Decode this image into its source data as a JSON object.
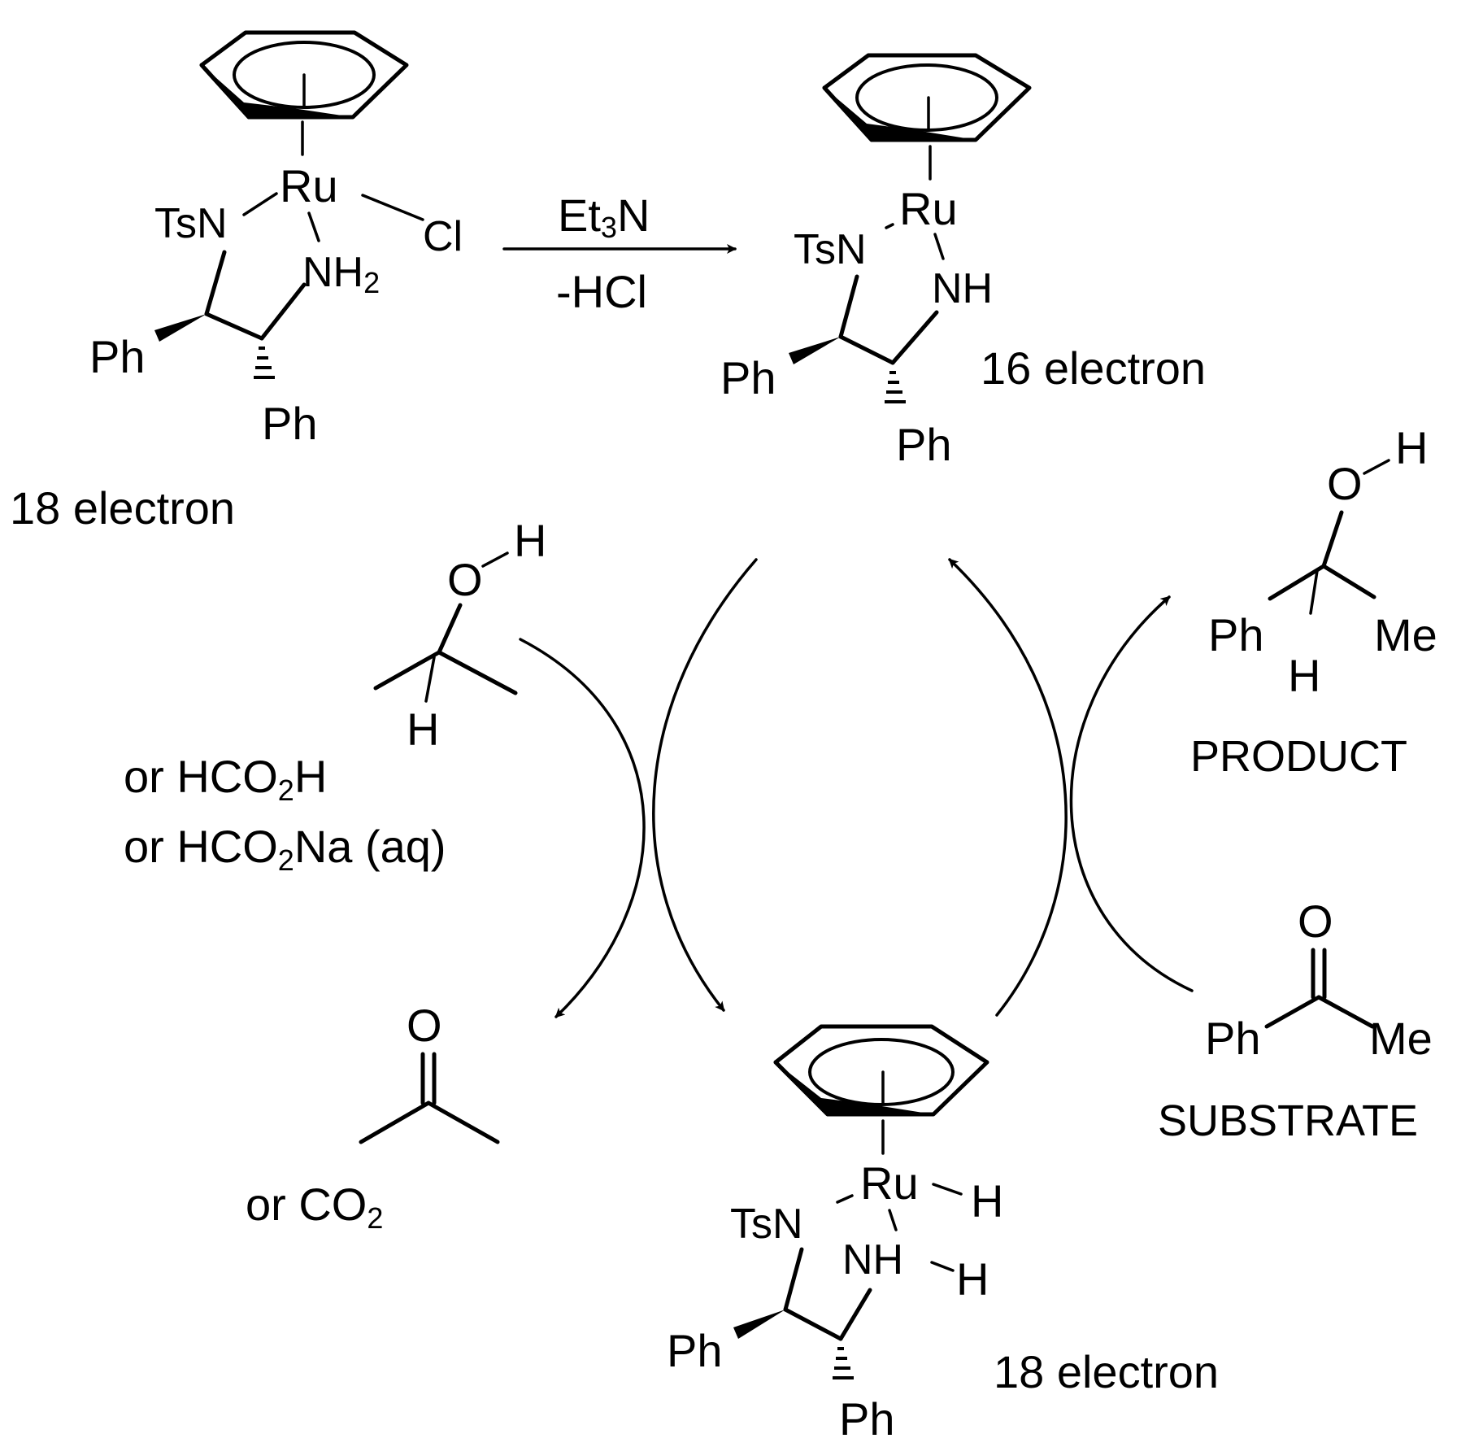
{
  "colors": {
    "ink": "#000000",
    "background": "#ffffff"
  },
  "precatalyst": {
    "metal": "Ru",
    "amido": "TsN",
    "amine": "NH",
    "amine_sub": "2",
    "halide": "Cl",
    "ph1": "Ph",
    "ph2": "Ph",
    "electron_count": "18 electron"
  },
  "activation": {
    "reagent": "Et",
    "reagent_sub": "3",
    "reagent_tail": "N",
    "byproduct": "-HCl"
  },
  "catalyst_16e": {
    "metal": "Ru",
    "amido": "TsN",
    "amine": "NH",
    "ph1": "Ph",
    "ph2": "Ph",
    "electron_count": "16 electron"
  },
  "hydride_18e": {
    "metal": "Ru",
    "amido": "TsN",
    "amine": "NH",
    "hydride_ru": "H",
    "hydride_n": "H",
    "ph1": "Ph",
    "ph2": "Ph",
    "electron_count": "18 electron"
  },
  "hydrogen_donor": {
    "o": "O",
    "h_top": "H",
    "h_bottom": "H",
    "alt1_pre": "or HCO",
    "alt1_sub": "2",
    "alt1_post": "H",
    "alt2_pre": "or HCO",
    "alt2_sub": "2",
    "alt2_post": "Na (aq)"
  },
  "donor_byproduct": {
    "o": "O",
    "alt_pre": "or CO",
    "alt_sub": "2"
  },
  "product": {
    "o": "O",
    "h_oh": "H",
    "ph": "Ph",
    "h_ch": "H",
    "me": "Me",
    "label": "PRODUCT"
  },
  "substrate": {
    "o": "O",
    "ph": "Ph",
    "me": "Me",
    "label": "SUBSTRATE"
  }
}
